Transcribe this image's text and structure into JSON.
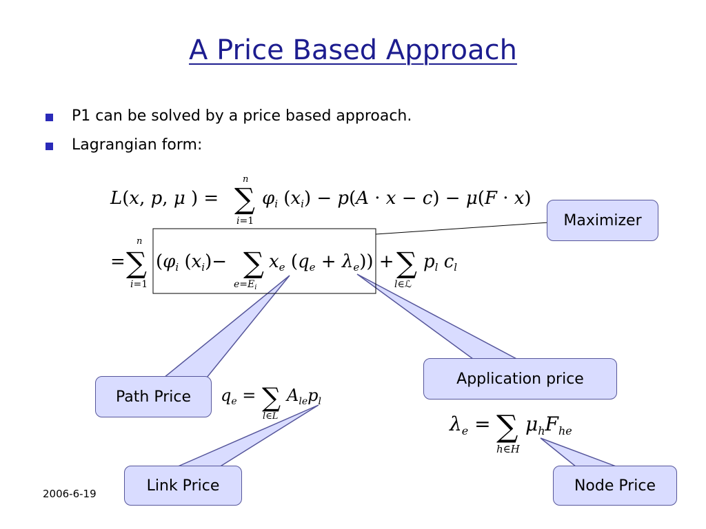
{
  "slide": {
    "title": "A Price Based Approach",
    "bullets": [
      "P1 can be solved by a price based approach.",
      "Lagrangian form:"
    ],
    "callouts": {
      "maximizer": "Maximizer",
      "path_price": "Path Price",
      "application_price": "Application price",
      "link_price": "Link Price",
      "node_price": "Node Price"
    },
    "footer_date": "2006-6-19",
    "colors": {
      "title": "#1d1d8f",
      "bullet": "#2a2ab8",
      "callout_fill": "#d9dcff",
      "callout_border": "#55559a"
    }
  }
}
